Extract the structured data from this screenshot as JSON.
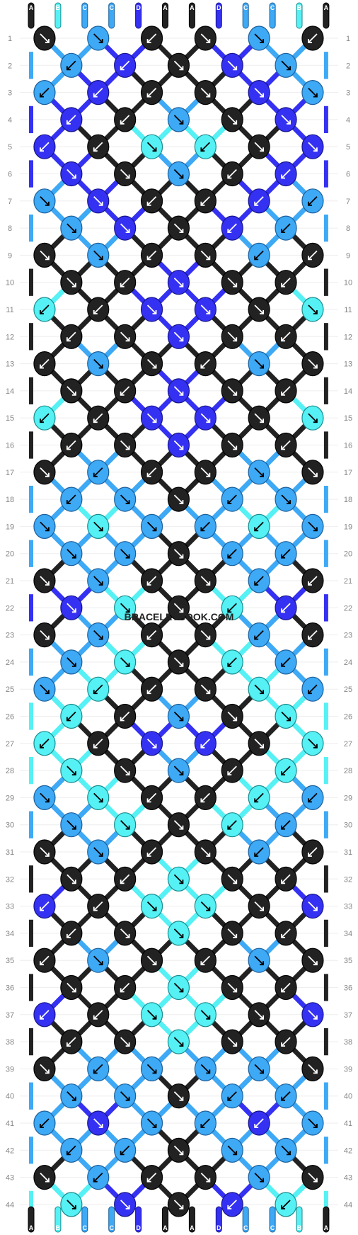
{
  "strand_letters": [
    "A",
    "B",
    "C",
    "C",
    "D",
    "A",
    "A",
    "D",
    "C",
    "C",
    "B",
    "A"
  ],
  "colors": {
    "A": "#222222",
    "B": "#55f1f4",
    "C": "#3ea9f5",
    "D": "#3531f2"
  },
  "icons": {
    "arrow_left": "arrow-down-left-icon",
    "arrow_right": "arrow-down-right-icon"
  },
  "rows": [
    {
      "n": 1,
      "k": [
        [
          "A",
          "R"
        ],
        [
          "C",
          "R"
        ],
        [
          "A",
          "L"
        ],
        [
          "A",
          "R"
        ],
        [
          "C",
          "R"
        ],
        [
          "A",
          "L"
        ]
      ]
    },
    {
      "n": 2,
      "k": [
        [
          "C",
          "L"
        ],
        [
          "D",
          "L"
        ],
        [
          "A",
          "R"
        ],
        [
          "D",
          "R"
        ],
        [
          "C",
          "R"
        ]
      ]
    },
    {
      "n": 3,
      "k": [
        [
          "C",
          "L"
        ],
        [
          "D",
          "L"
        ],
        [
          "A",
          "L"
        ],
        [
          "A",
          "R"
        ],
        [
          "D",
          "R"
        ],
        [
          "C",
          "R"
        ]
      ]
    },
    {
      "n": 4,
      "k": [
        [
          "D",
          "L"
        ],
        [
          "A",
          "L"
        ],
        [
          "C",
          "R"
        ],
        [
          "A",
          "R"
        ],
        [
          "D",
          "R"
        ]
      ]
    },
    {
      "n": 5,
      "k": [
        [
          "D",
          "L"
        ],
        [
          "A",
          "L"
        ],
        [
          "B",
          "R"
        ],
        [
          "B",
          "L"
        ],
        [
          "A",
          "R"
        ],
        [
          "D",
          "R"
        ]
      ]
    },
    {
      "n": 6,
      "k": [
        [
          "D",
          "R"
        ],
        [
          "A",
          "R"
        ],
        [
          "C",
          "R"
        ],
        [
          "A",
          "L"
        ],
        [
          "D",
          "L"
        ]
      ]
    },
    {
      "n": 7,
      "k": [
        [
          "C",
          "R"
        ],
        [
          "D",
          "R"
        ],
        [
          "A",
          "L"
        ],
        [
          "A",
          "L"
        ],
        [
          "D",
          "L"
        ],
        [
          "C",
          "L"
        ]
      ]
    },
    {
      "n": 8,
      "k": [
        [
          "C",
          "R"
        ],
        [
          "D",
          "R"
        ],
        [
          "A",
          "R"
        ],
        [
          "D",
          "L"
        ],
        [
          "C",
          "L"
        ]
      ]
    },
    {
      "n": 9,
      "k": [
        [
          "A",
          "R"
        ],
        [
          "C",
          "R"
        ],
        [
          "A",
          "L"
        ],
        [
          "A",
          "R"
        ],
        [
          "C",
          "L"
        ],
        [
          "A",
          "L"
        ]
      ]
    },
    {
      "n": 10,
      "k": [
        [
          "A",
          "R"
        ],
        [
          "A",
          "L"
        ],
        [
          "D",
          "R"
        ],
        [
          "A",
          "R"
        ],
        [
          "A",
          "L"
        ]
      ]
    },
    {
      "n": 11,
      "k": [
        [
          "B",
          "L"
        ],
        [
          "A",
          "L"
        ],
        [
          "D",
          "R"
        ],
        [
          "D",
          "R"
        ],
        [
          "A",
          "R"
        ],
        [
          "B",
          "R"
        ]
      ]
    },
    {
      "n": 12,
      "k": [
        [
          "A",
          "L"
        ],
        [
          "A",
          "R"
        ],
        [
          "D",
          "R"
        ],
        [
          "A",
          "R"
        ],
        [
          "A",
          "L"
        ]
      ]
    },
    {
      "n": 13,
      "k": [
        [
          "A",
          "L"
        ],
        [
          "C",
          "R"
        ],
        [
          "A",
          "R"
        ],
        [
          "A",
          "L"
        ],
        [
          "C",
          "R"
        ],
        [
          "A",
          "R"
        ]
      ]
    },
    {
      "n": 14,
      "k": [
        [
          "A",
          "R"
        ],
        [
          "A",
          "L"
        ],
        [
          "D",
          "R"
        ],
        [
          "A",
          "R"
        ],
        [
          "A",
          "L"
        ]
      ]
    },
    {
      "n": 15,
      "k": [
        [
          "B",
          "L"
        ],
        [
          "A",
          "L"
        ],
        [
          "D",
          "R"
        ],
        [
          "D",
          "R"
        ],
        [
          "A",
          "R"
        ],
        [
          "B",
          "R"
        ]
      ]
    },
    {
      "n": 16,
      "k": [
        [
          "A",
          "L"
        ],
        [
          "A",
          "R"
        ],
        [
          "D",
          "R"
        ],
        [
          "A",
          "R"
        ],
        [
          "A",
          "L"
        ]
      ]
    },
    {
      "n": 17,
      "k": [
        [
          "A",
          "R"
        ],
        [
          "C",
          "L"
        ],
        [
          "A",
          "L"
        ],
        [
          "A",
          "R"
        ],
        [
          "C",
          "R"
        ],
        [
          "A",
          "R"
        ]
      ]
    },
    {
      "n": 18,
      "k": [
        [
          "C",
          "L"
        ],
        [
          "C",
          "R"
        ],
        [
          "A",
          "R"
        ],
        [
          "C",
          "L"
        ],
        [
          "C",
          "R"
        ]
      ]
    },
    {
      "n": 19,
      "k": [
        [
          "C",
          "R"
        ],
        [
          "B",
          "R"
        ],
        [
          "C",
          "R"
        ],
        [
          "C",
          "L"
        ],
        [
          "B",
          "L"
        ],
        [
          "C",
          "R"
        ]
      ]
    },
    {
      "n": 20,
      "k": [
        [
          "C",
          "R"
        ],
        [
          "C",
          "R"
        ],
        [
          "A",
          "R"
        ],
        [
          "C",
          "L"
        ],
        [
          "C",
          "L"
        ]
      ]
    },
    {
      "n": 21,
      "k": [
        [
          "A",
          "R"
        ],
        [
          "C",
          "R"
        ],
        [
          "A",
          "L"
        ],
        [
          "A",
          "R"
        ],
        [
          "C",
          "L"
        ],
        [
          "A",
          "L"
        ]
      ]
    },
    {
      "n": 22,
      "k": [
        [
          "D",
          "R"
        ],
        [
          "B",
          "R"
        ],
        [
          "A",
          "R"
        ],
        [
          "B",
          "L"
        ],
        [
          "D",
          "L"
        ]
      ]
    },
    {
      "n": 23,
      "k": [
        [
          "A",
          "R"
        ],
        [
          "C",
          "R"
        ],
        [
          "A",
          "L"
        ],
        [
          "A",
          "R"
        ],
        [
          "C",
          "L"
        ],
        [
          "A",
          "L"
        ]
      ]
    },
    {
      "n": 24,
      "k": [
        [
          "C",
          "R"
        ],
        [
          "B",
          "R"
        ],
        [
          "A",
          "R"
        ],
        [
          "B",
          "L"
        ],
        [
          "C",
          "L"
        ]
      ]
    },
    {
      "n": 25,
      "k": [
        [
          "C",
          "R"
        ],
        [
          "B",
          "L"
        ],
        [
          "A",
          "L"
        ],
        [
          "A",
          "R"
        ],
        [
          "B",
          "R"
        ],
        [
          "C",
          "L"
        ]
      ]
    },
    {
      "n": 26,
      "k": [
        [
          "B",
          "L"
        ],
        [
          "A",
          "L"
        ],
        [
          "C",
          "R"
        ],
        [
          "A",
          "R"
        ],
        [
          "B",
          "R"
        ]
      ]
    },
    {
      "n": 27,
      "k": [
        [
          "B",
          "L"
        ],
        [
          "A",
          "L"
        ],
        [
          "D",
          "R"
        ],
        [
          "D",
          "L"
        ],
        [
          "A",
          "R"
        ],
        [
          "B",
          "R"
        ]
      ]
    },
    {
      "n": 28,
      "k": [
        [
          "B",
          "R"
        ],
        [
          "A",
          "R"
        ],
        [
          "C",
          "R"
        ],
        [
          "A",
          "L"
        ],
        [
          "B",
          "L"
        ]
      ]
    },
    {
      "n": 29,
      "k": [
        [
          "C",
          "R"
        ],
        [
          "B",
          "R"
        ],
        [
          "A",
          "L"
        ],
        [
          "A",
          "L"
        ],
        [
          "B",
          "L"
        ],
        [
          "C",
          "L"
        ]
      ]
    },
    {
      "n": 30,
      "k": [
        [
          "C",
          "R"
        ],
        [
          "B",
          "R"
        ],
        [
          "A",
          "R"
        ],
        [
          "B",
          "L"
        ],
        [
          "C",
          "L"
        ]
      ]
    },
    {
      "n": 31,
      "k": [
        [
          "A",
          "R"
        ],
        [
          "C",
          "R"
        ],
        [
          "A",
          "L"
        ],
        [
          "A",
          "R"
        ],
        [
          "C",
          "L"
        ],
        [
          "A",
          "L"
        ]
      ]
    },
    {
      "n": 32,
      "k": [
        [
          "A",
          "R"
        ],
        [
          "A",
          "L"
        ],
        [
          "B",
          "R"
        ],
        [
          "A",
          "R"
        ],
        [
          "A",
          "L"
        ]
      ]
    },
    {
      "n": 33,
      "k": [
        [
          "D",
          "L"
        ],
        [
          "A",
          "L"
        ],
        [
          "B",
          "R"
        ],
        [
          "B",
          "R"
        ],
        [
          "A",
          "R"
        ],
        [
          "D",
          "R"
        ]
      ]
    },
    {
      "n": 34,
      "k": [
        [
          "A",
          "L"
        ],
        [
          "A",
          "R"
        ],
        [
          "B",
          "R"
        ],
        [
          "A",
          "R"
        ],
        [
          "A",
          "L"
        ]
      ]
    },
    {
      "n": 35,
      "k": [
        [
          "A",
          "L"
        ],
        [
          "C",
          "R"
        ],
        [
          "A",
          "R"
        ],
        [
          "A",
          "L"
        ],
        [
          "C",
          "R"
        ],
        [
          "A",
          "R"
        ]
      ]
    },
    {
      "n": 36,
      "k": [
        [
          "A",
          "R"
        ],
        [
          "A",
          "L"
        ],
        [
          "B",
          "R"
        ],
        [
          "A",
          "R"
        ],
        [
          "A",
          "L"
        ]
      ]
    },
    {
      "n": 37,
      "k": [
        [
          "D",
          "L"
        ],
        [
          "A",
          "L"
        ],
        [
          "B",
          "R"
        ],
        [
          "B",
          "R"
        ],
        [
          "A",
          "R"
        ],
        [
          "D",
          "R"
        ]
      ]
    },
    {
      "n": 38,
      "k": [
        [
          "A",
          "L"
        ],
        [
          "A",
          "R"
        ],
        [
          "B",
          "R"
        ],
        [
          "A",
          "R"
        ],
        [
          "A",
          "L"
        ]
      ]
    },
    {
      "n": 39,
      "k": [
        [
          "A",
          "R"
        ],
        [
          "C",
          "L"
        ],
        [
          "C",
          "R"
        ],
        [
          "C",
          "R"
        ],
        [
          "C",
          "R"
        ],
        [
          "A",
          "R"
        ]
      ]
    },
    {
      "n": 40,
      "k": [
        [
          "C",
          "R"
        ],
        [
          "C",
          "R"
        ],
        [
          "A",
          "R"
        ],
        [
          "C",
          "L"
        ],
        [
          "C",
          "L"
        ]
      ]
    },
    {
      "n": 41,
      "k": [
        [
          "C",
          "L"
        ],
        [
          "D",
          "R"
        ],
        [
          "C",
          "R"
        ],
        [
          "C",
          "L"
        ],
        [
          "D",
          "L"
        ],
        [
          "C",
          "R"
        ]
      ]
    },
    {
      "n": 42,
      "k": [
        [
          "C",
          "L"
        ],
        [
          "C",
          "L"
        ],
        [
          "A",
          "R"
        ],
        [
          "C",
          "R"
        ],
        [
          "C",
          "R"
        ]
      ]
    },
    {
      "n": 43,
      "k": [
        [
          "A",
          "R"
        ],
        [
          "C",
          "L"
        ],
        [
          "A",
          "L"
        ],
        [
          "A",
          "R"
        ],
        [
          "C",
          "R"
        ],
        [
          "A",
          "R"
        ]
      ]
    },
    {
      "n": 44,
      "k": [
        [
          "B",
          "R"
        ],
        [
          "D",
          "R"
        ],
        [
          "A",
          "R"
        ],
        [
          "D",
          "L"
        ],
        [
          "B",
          "L"
        ]
      ]
    }
  ],
  "watermark": "BRACELETBOOK.COM"
}
